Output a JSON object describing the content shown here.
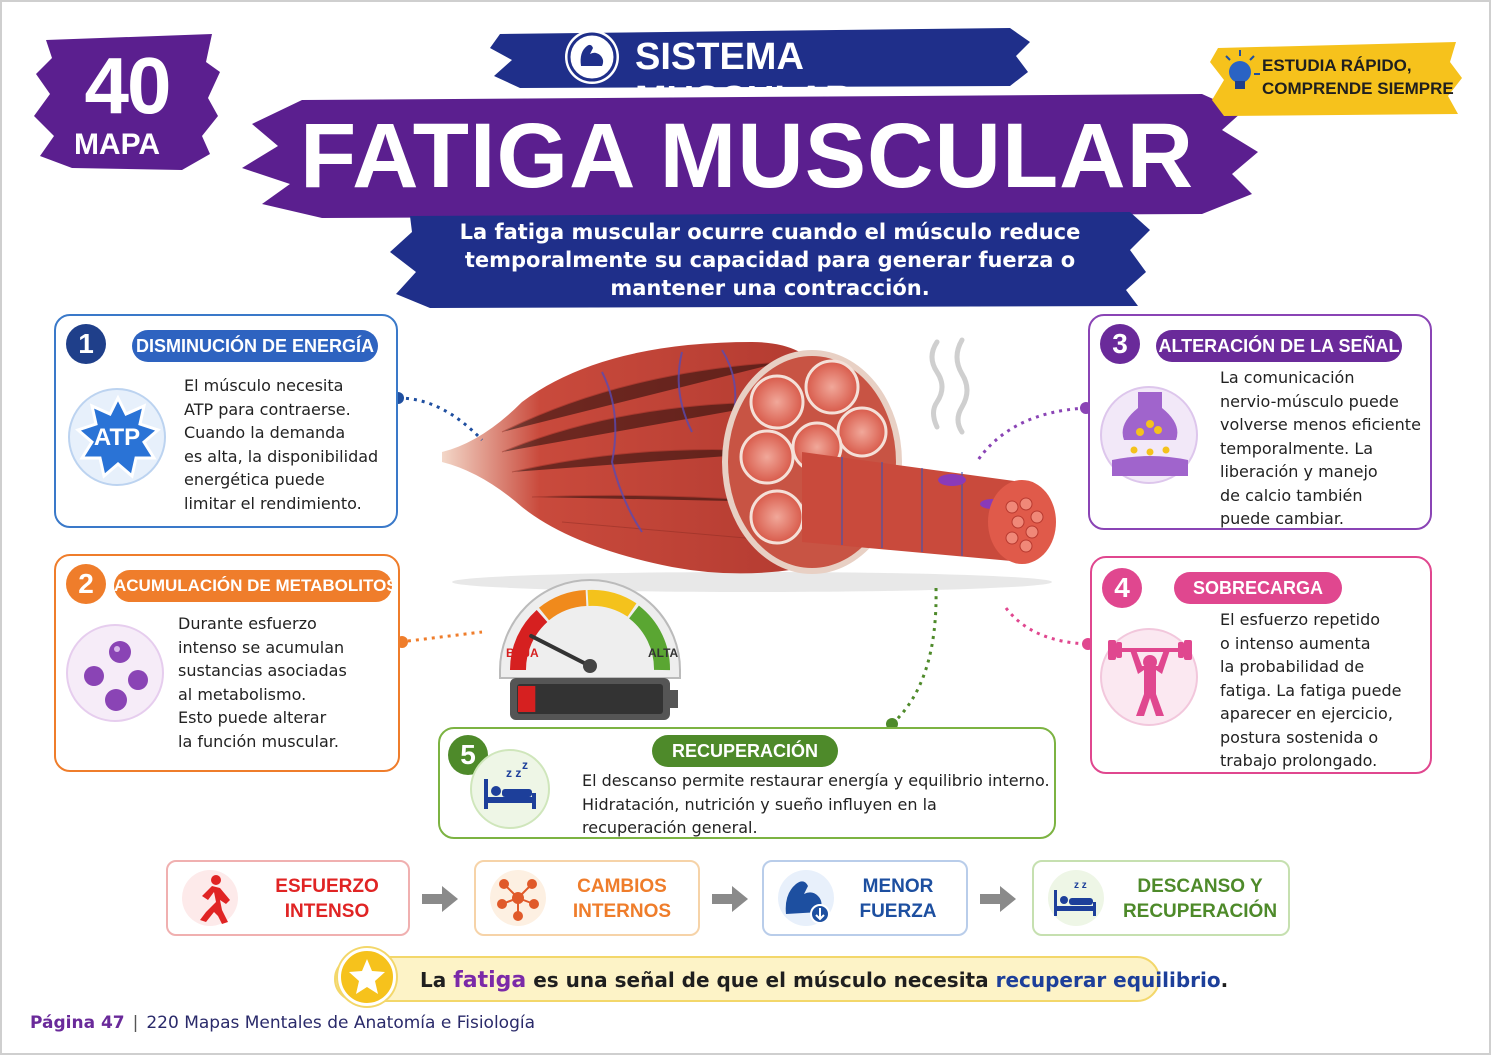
{
  "header": {
    "badge_number": "40",
    "badge_label": "MAPA",
    "system_title": "SISTEMA MUSCULAR",
    "main_title": "FATIGA MUSCULAR",
    "definition": "La fatiga muscular ocurre cuando el músculo reduce temporalmente su capacidad para generar fuerza o mantener una contracción.",
    "tagline_line1": "ESTUDIA RÁPIDO,",
    "tagline_line2": "COMPRENDE SIEMPRE"
  },
  "cards": [
    {
      "number": "1",
      "title": "DISMINUCIÓN DE ENERGÍA",
      "icon_label": "ATP",
      "icon": "atp-burst-icon",
      "text_lines": [
        "El músculo necesita",
        "ATP para contraerse.",
        "Cuando la demanda",
        "es alta, la disponibilidad",
        "energética puede",
        "limitar el rendimiento."
      ]
    },
    {
      "number": "2",
      "title": "ACUMULACIÓN DE METABOLITOS",
      "icon": "metabolite-spheres-icon",
      "text_lines": [
        "Durante esfuerzo",
        "intenso se acumulan",
        "sustancias asociadas",
        "al metabolismo.",
        "Esto puede alterar",
        "la función muscular."
      ]
    },
    {
      "number": "3",
      "title": "ALTERACIÓN DE LA SEÑAL",
      "icon": "synapse-icon",
      "text_lines": [
        "La comunicación",
        "nervio-músculo puede",
        "volverse menos eficiente",
        "temporalmente. La",
        "liberación y manejo",
        "de calcio también",
        "puede cambiar."
      ]
    },
    {
      "number": "4",
      "title": "SOBRECARGA",
      "icon": "weightlifter-icon",
      "text_lines": [
        "El esfuerzo repetido",
        "o intenso aumenta",
        "la probabilidad de",
        "fatiga. La fatiga puede",
        "aparecer en ejercicio,",
        "postura sostenida o",
        "trabajo prolongado."
      ]
    },
    {
      "number": "5",
      "title": "RECUPERACIÓN",
      "icon": "sleeping-bed-icon",
      "text_lines": [
        "El descanso permite restaurar energía y equilibrio interno.",
        "Hidratación, nutrición y sueño influyen en la",
        "recuperación general."
      ]
    }
  ],
  "gauge": {
    "low_label": "BAJA",
    "high_label": "ALTA",
    "level": 0.15,
    "battery_level": 0.12
  },
  "flow": [
    {
      "line1": "ESFUERZO",
      "line2": "INTENSO",
      "icon": "running-person-icon",
      "color": "#e02424"
    },
    {
      "line1": "CAMBIOS",
      "line2": "INTERNOS",
      "icon": "molecule-icon",
      "color": "#ef7d2b"
    },
    {
      "line1": "MENOR",
      "line2": "FUERZA",
      "icon": "weak-arm-icon",
      "color": "#1d4fa0"
    },
    {
      "line1": "DESCANSO Y",
      "line2": "RECUPERACIÓN",
      "icon": "sleeping-bed-icon",
      "color": "#4e8a2a"
    }
  ],
  "summary": {
    "part1": "La ",
    "hl1": "fatiga",
    "part2": " es una señal de que el músculo necesita ",
    "hl2": "recuperar equilibrio",
    "part3": "."
  },
  "footer": {
    "page": "Página 47",
    "separator": "|",
    "book": "220 Mapas Mentales de Anatomía e Fisiología"
  },
  "colors": {
    "purple": "#5b1f8f",
    "navy": "#1f2f8a",
    "blue": "#3a79c9",
    "orange": "#ef7d2b",
    "violet": "#8a44b5",
    "pink": "#e0478f",
    "green": "#7cb342",
    "yellow": "#f6c21c"
  }
}
